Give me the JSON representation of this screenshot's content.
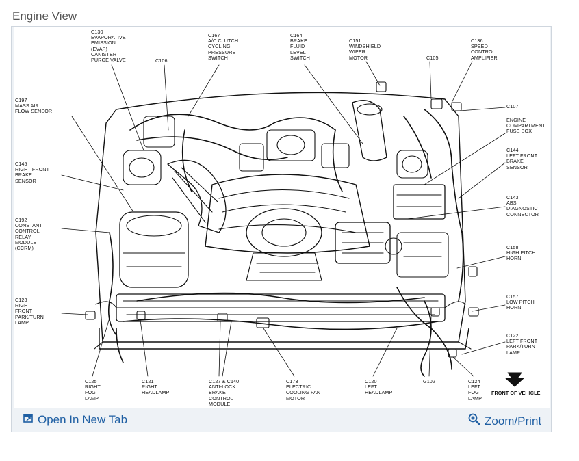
{
  "page": {
    "title": "Engine View",
    "accent_color": "#1f5fa3",
    "open_tab_label": "Open In New Tab",
    "open_tab_icon": "external-window-icon",
    "zoom_label": "Zoom/Print",
    "zoom_icon": "zoom-in-icon"
  },
  "diagram": {
    "front_label": "FRONT OF VEHICLE",
    "labels": {
      "c130": "C130\nEVAPORATIVE\nEMISSION\n(EVAP)\nCANISTER\nPURGE VALVE",
      "c106": "C106",
      "c167": "C167\nA/C CLUTCH\nCYCLING\nPRESSURE\nSWITCH",
      "c164": "C164\nBRAKE\nFLUID\nLEVEL\nSWITCH",
      "c151": "C151\nWINDSHIELD\nWIPER\nMOTOR",
      "c105": "C105",
      "c136": "C136\nSPEED\nCONTROL\nAMPLIFIER",
      "c197": "C197\nMASS AIR\nFLOW SENSOR",
      "c107": "C107",
      "fusebox": "ENGINE\nCOMPARTMENT\nFUSE BOX",
      "c144": "C144\nLEFT FRONT\nBRAKE\nSENSOR",
      "c145": "C145\nRIGHT FRONT\nBRAKE\nSENSOR",
      "c143": "C143\nABS\nDIAGNOSTIC\nCONNECTOR",
      "c192": "C192\nCONSTANT\nCONTROL\nRELAY\nMODULE\n(CCRM)",
      "c158": "C158\nHIGH PITCH\nHORN",
      "c123": "C123\nRIGHT\nFRONT\nPARK/TURN\nLAMP",
      "c157": "C157\nLOW PITCH\nHORN",
      "c122": "C122\nLEFT FRONT\nPARK/TURN\nLAMP",
      "c125": "C125\nRIGHT\nFOG\nLAMP",
      "c121": "C121\nRIGHT\nHEADLAMP",
      "c127": "C127 & C140\nANTI-LOCK\nBRAKE\nCONTROL\nMODULE",
      "c173": "C173\nELECTRIC\nCOOLING FAN\nMOTOR",
      "c120": "C120\nLEFT\nHEADLAMP",
      "g102": "G102",
      "c124": "C124\nLEFT\nFOG\nLAMP"
    }
  }
}
